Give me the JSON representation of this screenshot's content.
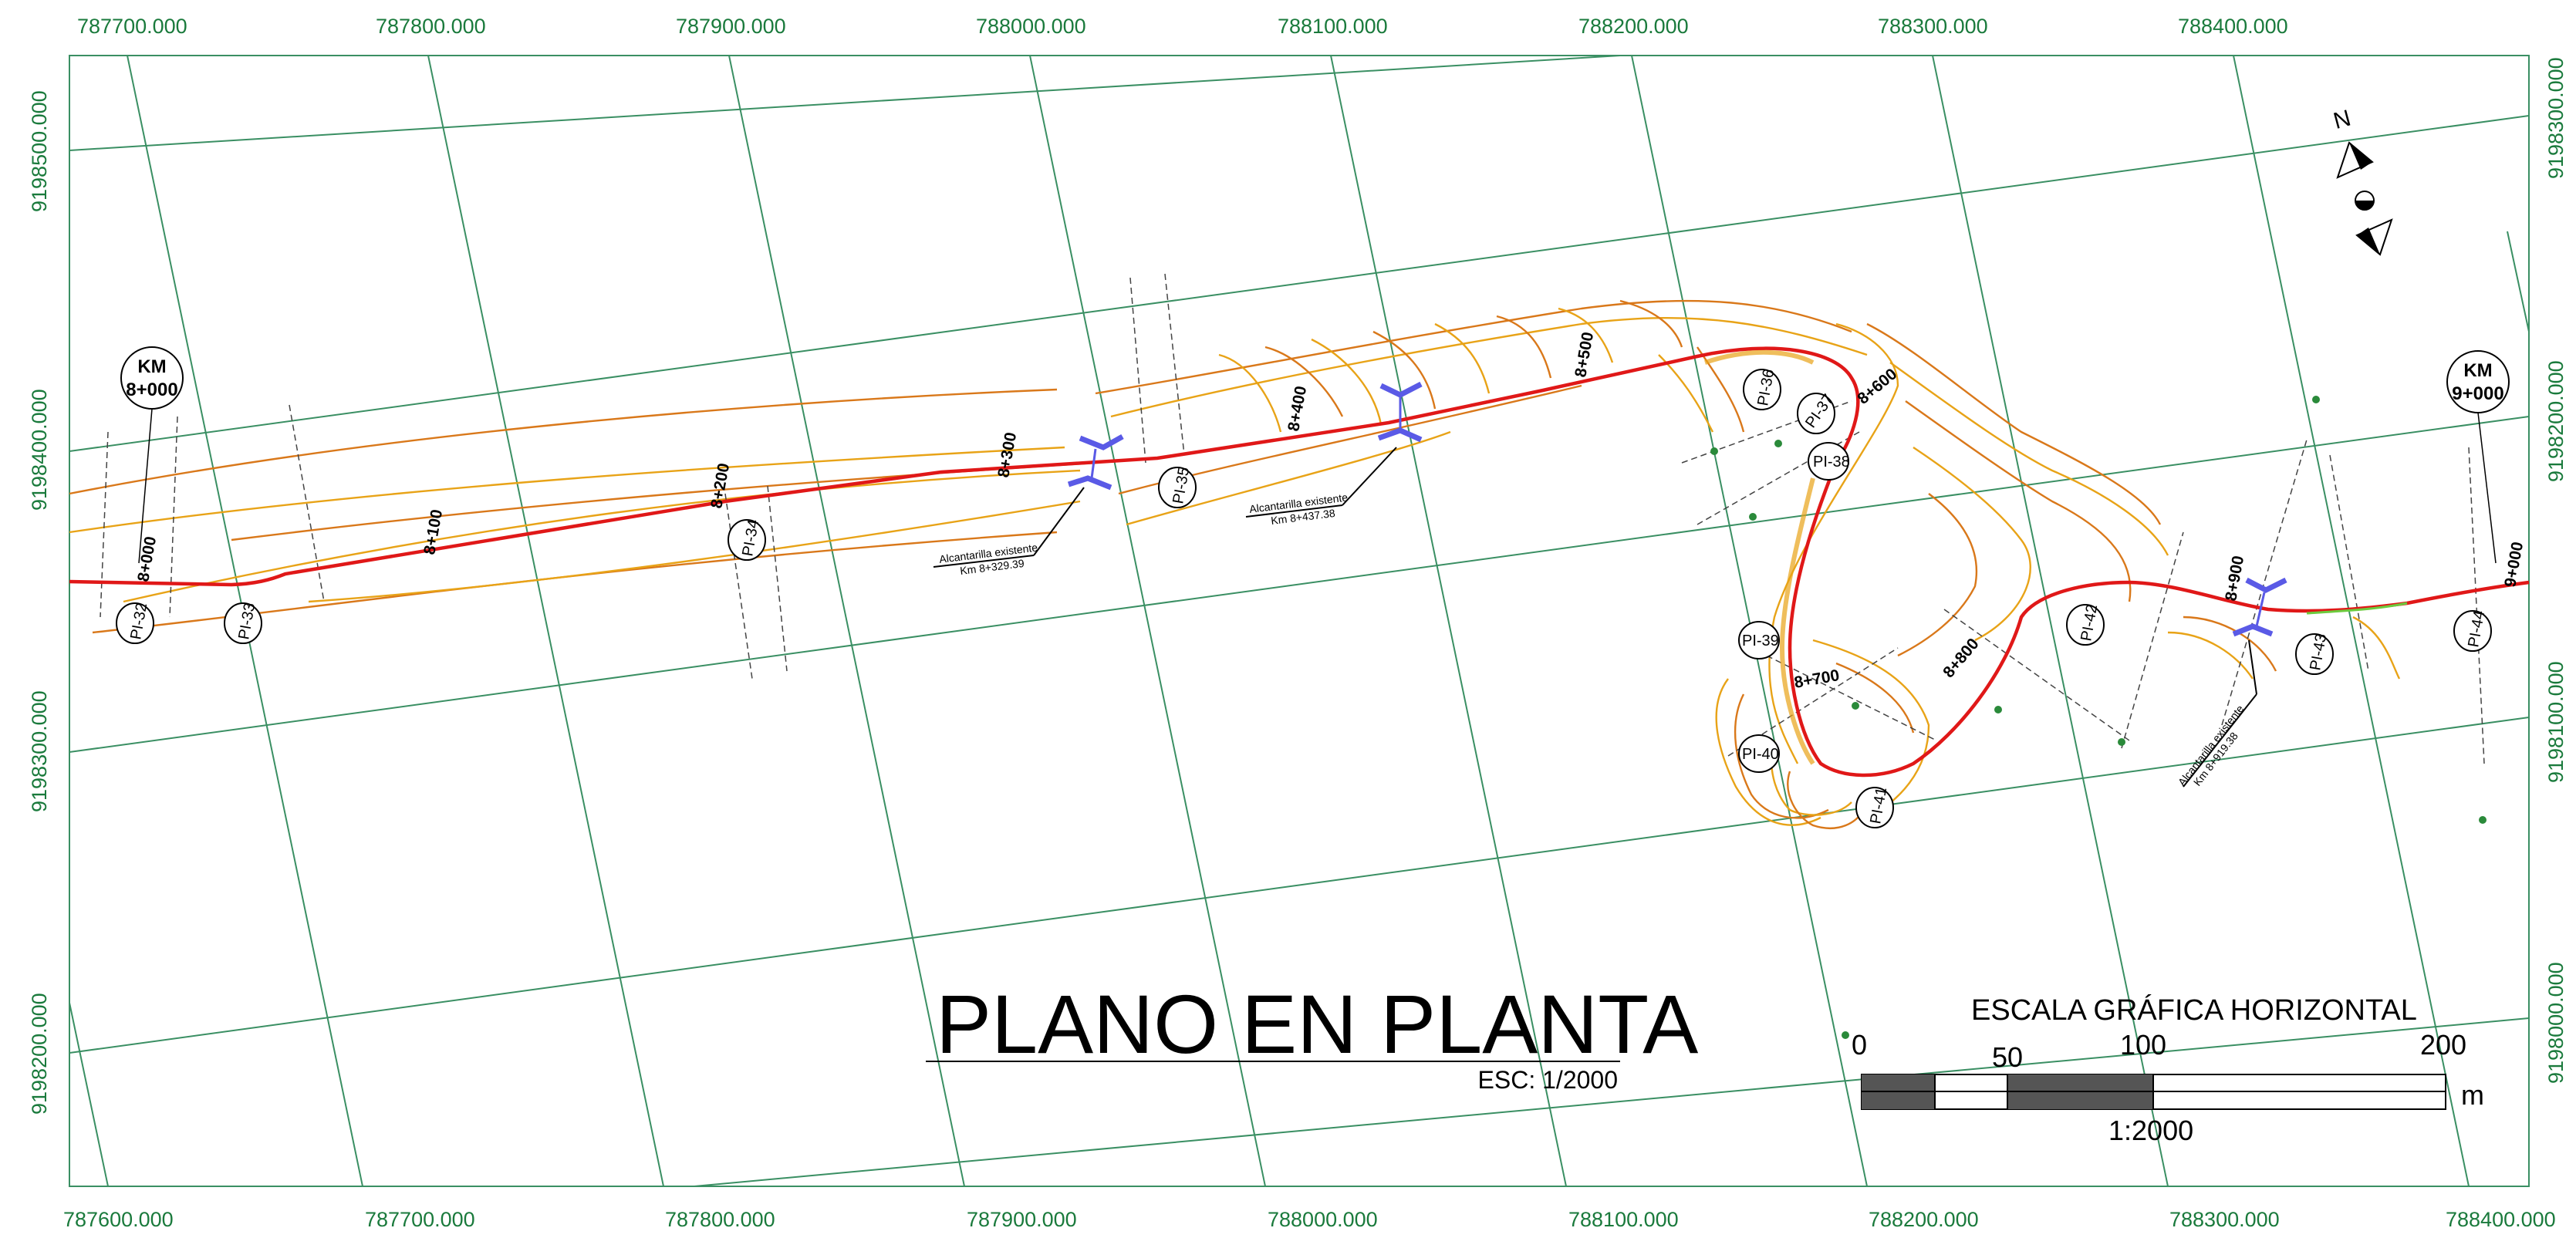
{
  "title": "PLANO EN PLANTA",
  "subtitle": "ESC: 1/2000",
  "scale_bar": {
    "title": "ESCALA GRÁFICA HORIZONTAL",
    "ticks": [
      "0",
      "50",
      "100",
      "200"
    ],
    "unit": "m",
    "ratio": "1:2000"
  },
  "coords": {
    "top": [
      "787700.000",
      "787800.000",
      "787900.000",
      "788000.000",
      "788100.000",
      "788200.000",
      "788300.000",
      "788400.000"
    ],
    "bottom": [
      "787600.000",
      "787700.000",
      "787800.000",
      "787900.000",
      "788000.000",
      "788100.000",
      "788200.000",
      "788300.000",
      "788400.000"
    ],
    "left": [
      "9198500.000",
      "9198400.000",
      "9198300.000",
      "9198200.000"
    ],
    "right": [
      "9198300.000",
      "9198200.000",
      "9198100.000",
      "9198000.000"
    ]
  },
  "km_markers": [
    {
      "line1": "KM",
      "line2": "8+000"
    },
    {
      "line1": "KM",
      "line2": "9+000"
    }
  ],
  "stations": [
    "8+000",
    "8+100",
    "8+200",
    "8+300",
    "8+400",
    "8+500",
    "8+600",
    "8+700",
    "8+800",
    "8+900",
    "9+000"
  ],
  "pis": [
    "PI-32",
    "PI-33",
    "PI-34",
    "PI-35",
    "PI-36",
    "PI-37",
    "PI-38",
    "PI-39",
    "PI-40",
    "PI-41",
    "PI-42",
    "PI-43",
    "PI-44"
  ],
  "culverts": [
    {
      "line1": "Alcantarilla existente",
      "line2": "Km 8+329.39"
    },
    {
      "line1": "Alcantarilla existente",
      "line2": "Km 8+437.38"
    },
    {
      "line1": "Alcantarilla existente",
      "line2": "Km 8+919.38"
    }
  ],
  "north_label": "N",
  "colors": {
    "grid": "#3a8f63",
    "coordinate_text": "#1a7a3c",
    "road_axis": "#e01818",
    "contour_major": "#d9781a",
    "contour_minor": "#e8a317",
    "culvert": "#5a5ae6"
  },
  "icons": [
    "north-arrow-icon",
    "culvert-icon",
    "survey-point-icon"
  ]
}
